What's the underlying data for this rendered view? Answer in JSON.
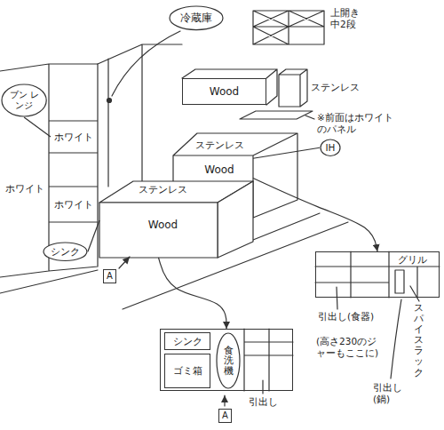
{
  "diagram": {
    "nodes": [
      {
        "text": [
          "冷蔵庫"
        ]
      },
      {
        "text": [
          "Wood"
        ]
      },
      {
        "text": [
          "ブン レンジ"
        ]
      },
      {
        "text": [
          "IH"
        ]
      },
      {
        "text": [
          "ステンレス",
          "Wood"
        ]
      },
      {
        "text": [
          "ホワイト"
        ]
      },
      {
        "text": [
          "ホワイト"
        ]
      },
      {
        "text": [
          "ホワイト"
        ]
      },
      {
        "text": [
          "ステンレス",
          "Wood"
        ]
      },
      {
        "text": [
          "シンク"
        ]
      },
      {
        "text": [
          "A"
        ]
      },
      {
        "text": [
          "グリル"
        ]
      },
      {
        "text": []
      },
      {
        "text": [
          "シンク"
        ],
        "in": 12
      },
      {
        "text": [
          "食洗機"
        ],
        "in": 12
      },
      {
        "text": [
          "ゴミ箱"
        ],
        "in": 12
      },
      {
        "text": [
          "A"
        ]
      }
    ],
    "edges": [
      {
        "from": 3,
        "to": 4,
        "arrow": "none"
      },
      {
        "from": 9,
        "to": 8,
        "arrow": "none"
      },
      {
        "from": 2,
        "to": 5,
        "arrow": "none"
      },
      {
        "from": 4,
        "to": 11,
        "arrow": "to"
      },
      {
        "from": 8,
        "to": 12,
        "arrow": "to"
      }
    ],
    "labels": [
      "上開き 中2段",
      "ステンレス",
      "※前面はホワイトのパネル",
      "引出し(食器)",
      "(高さ230のジャーもここに)",
      "スパイスラック",
      "引出し(鍋)",
      "引出し"
    ]
  }
}
